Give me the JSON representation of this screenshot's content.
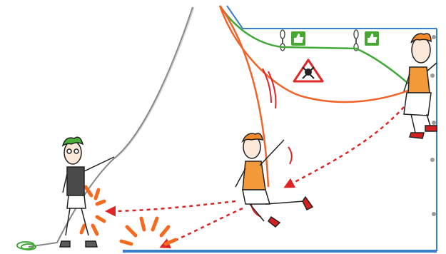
{
  "palette": {
    "wall_blue": "#3a7ec8",
    "rope_orange": "#f0642a",
    "rope_green": "#43a83a",
    "arrow_red": "#e02424",
    "burst_orange": "#f46a1e",
    "thumbs_green": "#46a833",
    "hazard_red": "#e02a2a",
    "shirt_orange": "#f29a3a",
    "hair_orange": "#f08a2a",
    "hair_green": "#4caf3c",
    "shoe_red": "#d42020",
    "outline": "#222222"
  },
  "figures": [
    {
      "role": "belayer",
      "hair": "green",
      "shirt": "dark"
    },
    {
      "role": "falling-climber",
      "hair": "orange",
      "shirt": "orange"
    },
    {
      "role": "climber-on-wall",
      "hair": "orange",
      "shirt": "orange"
    }
  ],
  "icons": [
    "thumbs-up-icon",
    "thumbs-up-icon",
    "hazard-skull-icon",
    "quickdraw-icon",
    "quickdraw-icon"
  ]
}
